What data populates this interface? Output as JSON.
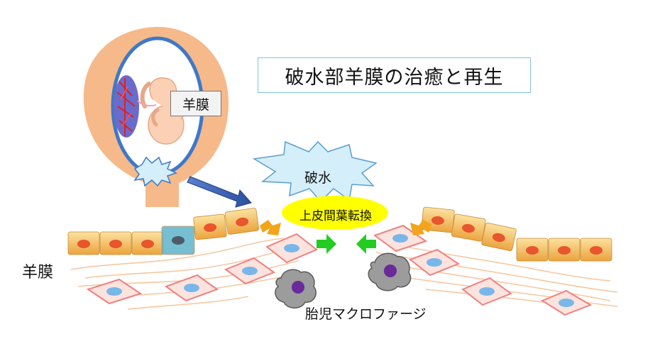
{
  "title": "破水部羊膜の治癒と再生",
  "uterus_label": "羊膜",
  "rupture_label": "破水",
  "emt_label": "上皮間葉転換",
  "membrane_label": "羊膜",
  "macrophage_label": "胎児マクロファージ",
  "colors": {
    "uterus": "#f6b98a",
    "amniotic_cavity": "#ffffff",
    "membrane_ring": "#3f78c8",
    "epithelial_cell": "#f3c36a",
    "nucleus": "#e8552e",
    "mesenchymal_cell_border": "#f08080",
    "mesenchymal_cell_fill": "#fce3de",
    "mesenchymal_nucleus": "#79b7ea",
    "macrophage_fill": "#9c9c9c",
    "macrophage_nucleus": "#6a2a9a",
    "emt_ellipse": "#ffff00",
    "rupture_burst": "#d4eefa",
    "arrow_green": "#22cc22",
    "arrow_orange": "#f2a51a",
    "arrow_blue": "#3a62b8",
    "title_border": "#7ec6e0"
  }
}
